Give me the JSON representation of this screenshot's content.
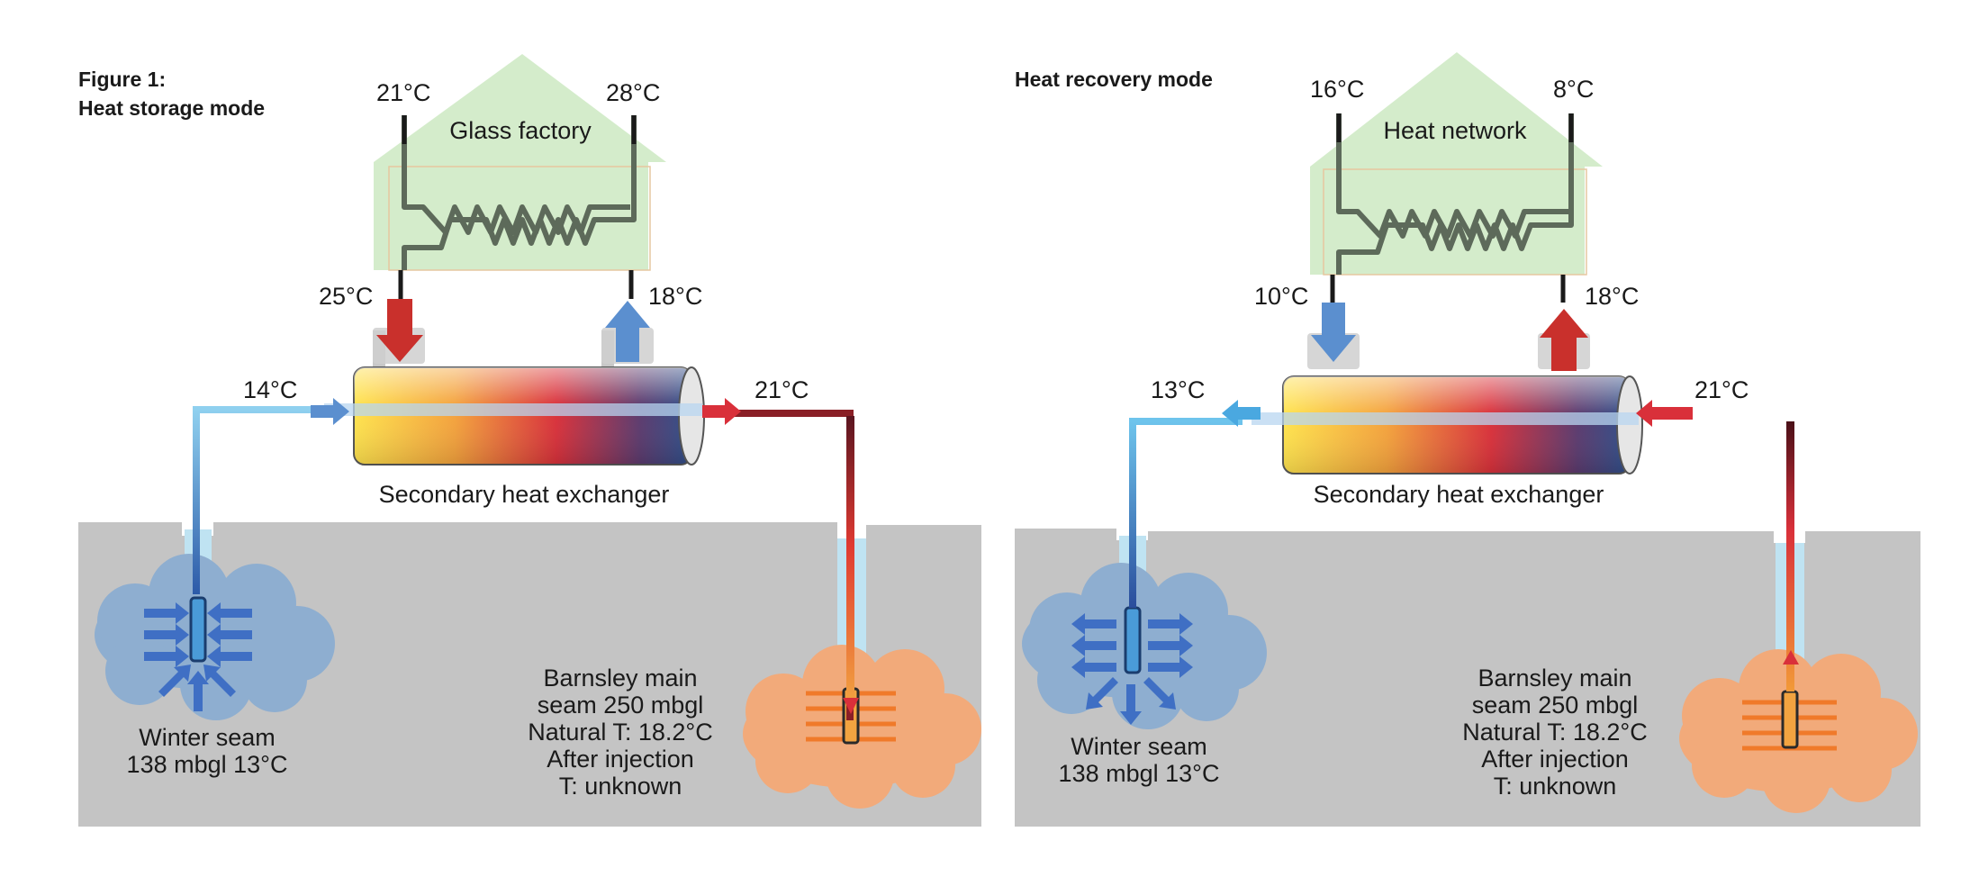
{
  "left_panel": {
    "title_line1": "Figure 1:",
    "title_line2": "Heat storage mode",
    "building_label": "Glass factory",
    "temp_top_left": "21°C",
    "temp_top_right": "28°C",
    "temp_hx_left": "25°C",
    "temp_hx_right": "18°C",
    "temp_pipe_left": "14°C",
    "temp_pipe_right": "21°C",
    "exchanger_label": "Secondary heat exchanger",
    "cold_seam_line1": "Winter seam",
    "cold_seam_line2": "138 mbgl 13°C",
    "warm_seam_lines": [
      "Barnsley main",
      "seam 250 mbgl",
      "Natural T: 18.2°C",
      "After injection",
      "T: unknown"
    ]
  },
  "right_panel": {
    "title": "Heat recovery mode",
    "building_label": "Heat network",
    "temp_top_left": "16°C",
    "temp_top_right": "8°C",
    "temp_hx_left": "10°C",
    "temp_hx_right": "18°C",
    "temp_pipe_left": "13°C",
    "temp_pipe_right": "21°C",
    "exchanger_label": "Secondary heat exchanger",
    "cold_seam_line1": "Winter seam",
    "cold_seam_line2": "138 mbgl 13°C",
    "warm_seam_lines": [
      "Barnsley main",
      "seam 250 mbgl",
      "Natural T: 18.2°C",
      "After injection",
      "T: unknown"
    ]
  },
  "colors": {
    "ground": "#c4c4c4",
    "building": "#d2ebc8",
    "cold_cloud": "#8eaed0",
    "warm_cloud": "#f2aa7a",
    "hot_arrow": "#c9302c",
    "cold_arrow": "#5b8fcf",
    "coil": "#5d6a5a"
  }
}
